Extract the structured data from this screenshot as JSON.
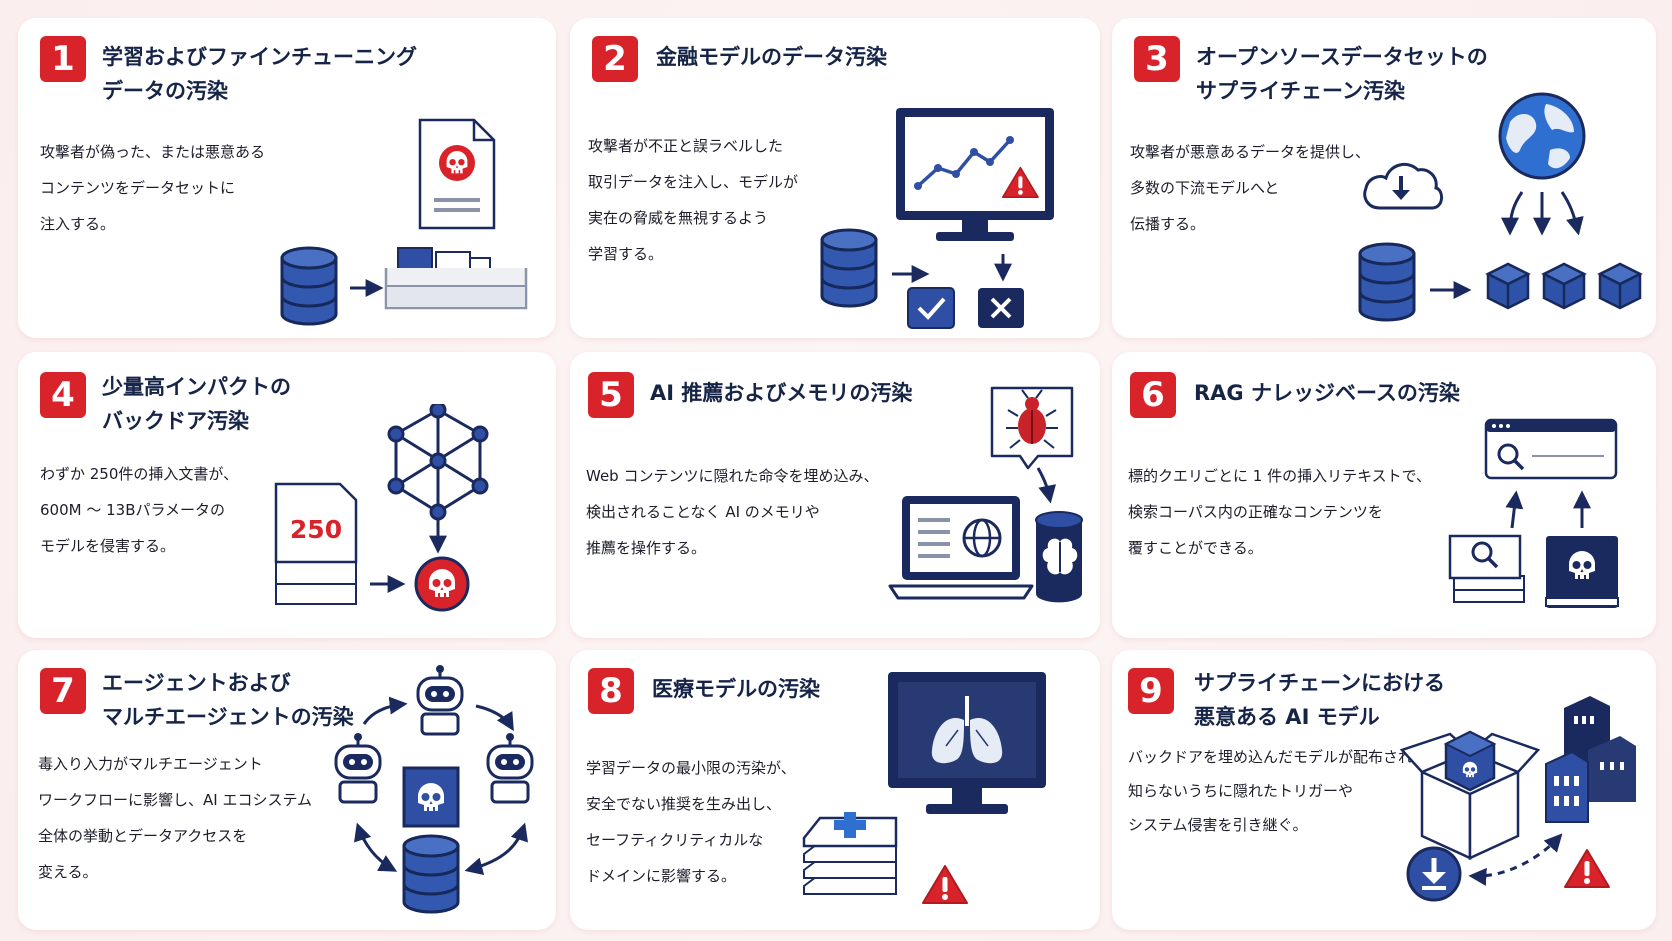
{
  "cards": [
    {
      "number": "1",
      "title": "学習およびファインチューニング\nデータの汚染",
      "description": "攻撃者が偽った、または悪意ある\nコンテンツをデータセットに\n注入する。"
    },
    {
      "number": "2",
      "title": "金融モデルのデータ汚染",
      "description": "攻撃者が不正と誤ラベルした\n取引データを注入し、モデルが\n実在の脅威を無視するよう\n学習する。"
    },
    {
      "number": "3",
      "title": "オープンソースデータセットの\nサプライチェーン汚染",
      "description": "攻撃者が悪意あるデータを提供し、\n多数の下流モデルへと\n伝播する。"
    },
    {
      "number": "4",
      "title": "少量高インパクトの\nバックドア汚染",
      "description": "わずか 250件の挿入文書が、\n600M 〜 13Bパラメータの\nモデルを侵害する。",
      "badge": "250"
    },
    {
      "number": "5",
      "title": "AI 推薦およびメモリの汚染",
      "description": "Web コンテンツに隠れた命令を埋め込み、\n検出されることなく AI のメモリや\n推薦を操作する。"
    },
    {
      "number": "6",
      "title": "RAG ナレッジベースの汚染",
      "description": "標的クエリごとに 1 件の挿入リテキストで、\n検索コーパス内の正確なコンテンツを\n覆すことができる。"
    },
    {
      "number": "7",
      "title": "エージェントおよび\nマルチエージェントの汚染",
      "description": "毒入り入力がマルチエージェント\nワークフローに影響し、AI エコシステム\n全体の挙動とデータアクセスを\n変える。"
    },
    {
      "number": "8",
      "title": "医療モデルの汚染",
      "description": "学習データの最小限の汚染が、\n安全でない推奨を生み出し、\nセーフティクリティカルな\nドメインに影響する。"
    },
    {
      "number": "9",
      "title": "サプライチェーンにおける\n悪意ある AI モデル",
      "description": "バックドアを埋め込んだモデルが配布され、\n知らないうちに隠れたトリガーや\nシステム侵害を引き継ぐ。"
    }
  ],
  "colors": {
    "accent_red": "#d8232a",
    "navy": "#1b2a5e",
    "blue": "#2e4fa3",
    "light_blue": "#4a6fc0"
  }
}
